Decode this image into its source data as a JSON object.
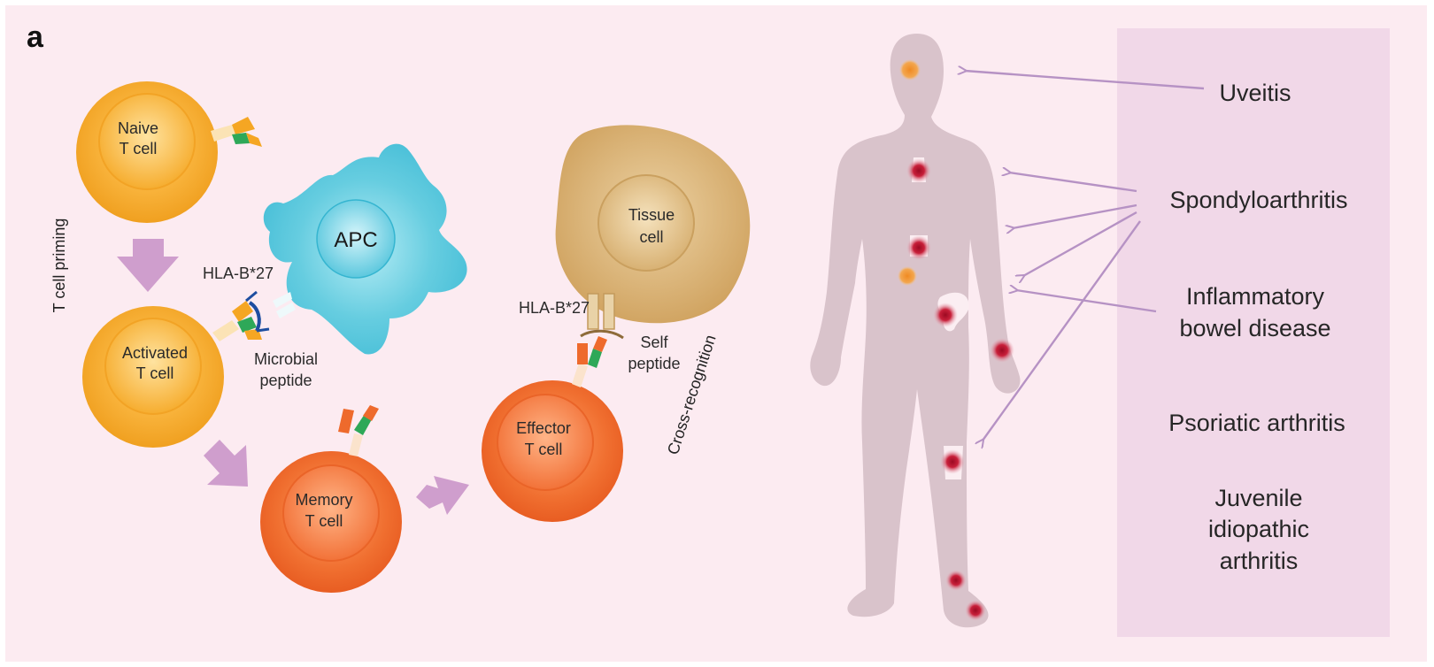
{
  "panel_label": "a",
  "cells": {
    "naive": [
      "Naive",
      "T cell"
    ],
    "activated": [
      "Activated",
      "T cell"
    ],
    "memory": [
      "Memory",
      "T cell"
    ],
    "effector": [
      "Effector",
      "T cell"
    ],
    "apc": "APC",
    "tissue": [
      "Tissue",
      "cell"
    ]
  },
  "labels": {
    "t_cell_priming": "T cell priming",
    "hla_b27_left": "HLA-B*27",
    "microbial_peptide": [
      "Microbial",
      "peptide"
    ],
    "hla_b27_right": "HLA-B*27",
    "self_peptide": [
      "Self",
      "peptide"
    ],
    "cross_recognition": "Cross-recognition"
  },
  "diseases": {
    "uveitis": [
      "Uveitis"
    ],
    "spondyloarthritis": [
      "Spondyloarthritis"
    ],
    "ibd": [
      "Inflammatory",
      "bowel disease"
    ],
    "psoriatic": [
      "Psoriatic arthritis"
    ],
    "juvenile": [
      "Juvenile",
      "idiopathic",
      "arthritis"
    ]
  },
  "colors": {
    "background": "#fcebf1",
    "disease_box": "#f1d8e8",
    "naive_activated": "#f5a623",
    "memory_effector": "#ee6a2c",
    "apc": "#4fc3da",
    "tissue": "#d4aa68",
    "arrow": "#c79bc9",
    "body": "#d9c3cb",
    "lesion_red": "#b8102a",
    "lesion_orange": "#f0902c"
  }
}
